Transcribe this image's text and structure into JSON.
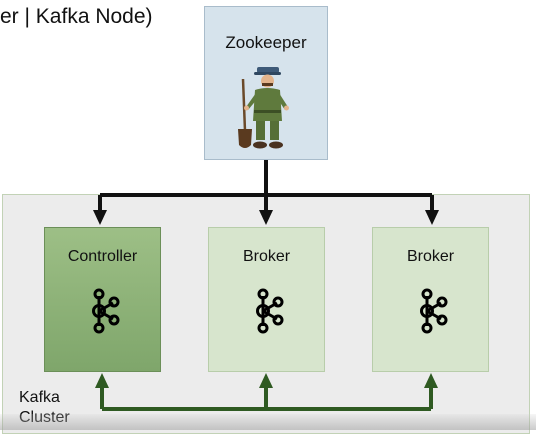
{
  "heading": "er | Kafka Node)",
  "zookeeper": {
    "label": "Zookeeper",
    "icon": "zookeeper-figure-icon"
  },
  "nodes": [
    {
      "label": "Controller",
      "role": "controller",
      "icon": "kafka-logo-icon"
    },
    {
      "label": "Broker",
      "role": "broker",
      "icon": "kafka-logo-icon"
    },
    {
      "label": "Broker",
      "role": "broker",
      "icon": "kafka-logo-icon"
    }
  ],
  "cluster": {
    "label_line1": "Kafka",
    "label_line2": "Cluster"
  },
  "colors": {
    "zookeeper_box": "#d6e3ec",
    "controller": "#8db176",
    "broker": "#d7e5cd",
    "cluster_bg": "#ececec",
    "top_connector": "#111111",
    "bottom_connector": "#2f5a22"
  }
}
